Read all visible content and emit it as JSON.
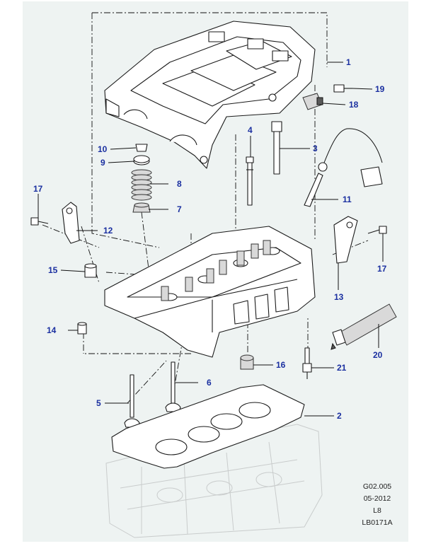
{
  "callouts": [
    {
      "label": "1",
      "name": "camshaft-carrier"
    },
    {
      "label": "2",
      "name": "head-gasket"
    },
    {
      "label": "3",
      "name": "long-bolt"
    },
    {
      "label": "4",
      "name": "head-stud"
    },
    {
      "label": "5",
      "name": "valve-a"
    },
    {
      "label": "6",
      "name": "valve-b"
    },
    {
      "label": "7",
      "name": "valve-seal"
    },
    {
      "label": "8",
      "name": "valve-spring"
    },
    {
      "label": "9",
      "name": "spring-retainer"
    },
    {
      "label": "10",
      "name": "valve-collet"
    },
    {
      "label": "11",
      "name": "glow-plug-harness"
    },
    {
      "label": "12",
      "name": "lifting-eye-left"
    },
    {
      "label": "13",
      "name": "lifting-eye-right"
    },
    {
      "label": "14",
      "name": "dowel-small"
    },
    {
      "label": "15",
      "name": "plug-seal"
    },
    {
      "label": "16",
      "name": "core-plug"
    },
    {
      "label": "17",
      "name": "bolt-left"
    },
    {
      "label": "17",
      "name": "bolt-right"
    },
    {
      "label": "18",
      "name": "sensor"
    },
    {
      "label": "19",
      "name": "sensor-bolt"
    },
    {
      "label": "20",
      "name": "sealant-tube"
    },
    {
      "label": "21",
      "name": "glow-plug"
    }
  ],
  "reference": {
    "group": "G02.005",
    "date": "05-2012",
    "model": "L8",
    "code": "LB0171A"
  },
  "colors": {
    "callout": "#1a2fa0",
    "background": "#eef3f2",
    "line": "#111111"
  }
}
